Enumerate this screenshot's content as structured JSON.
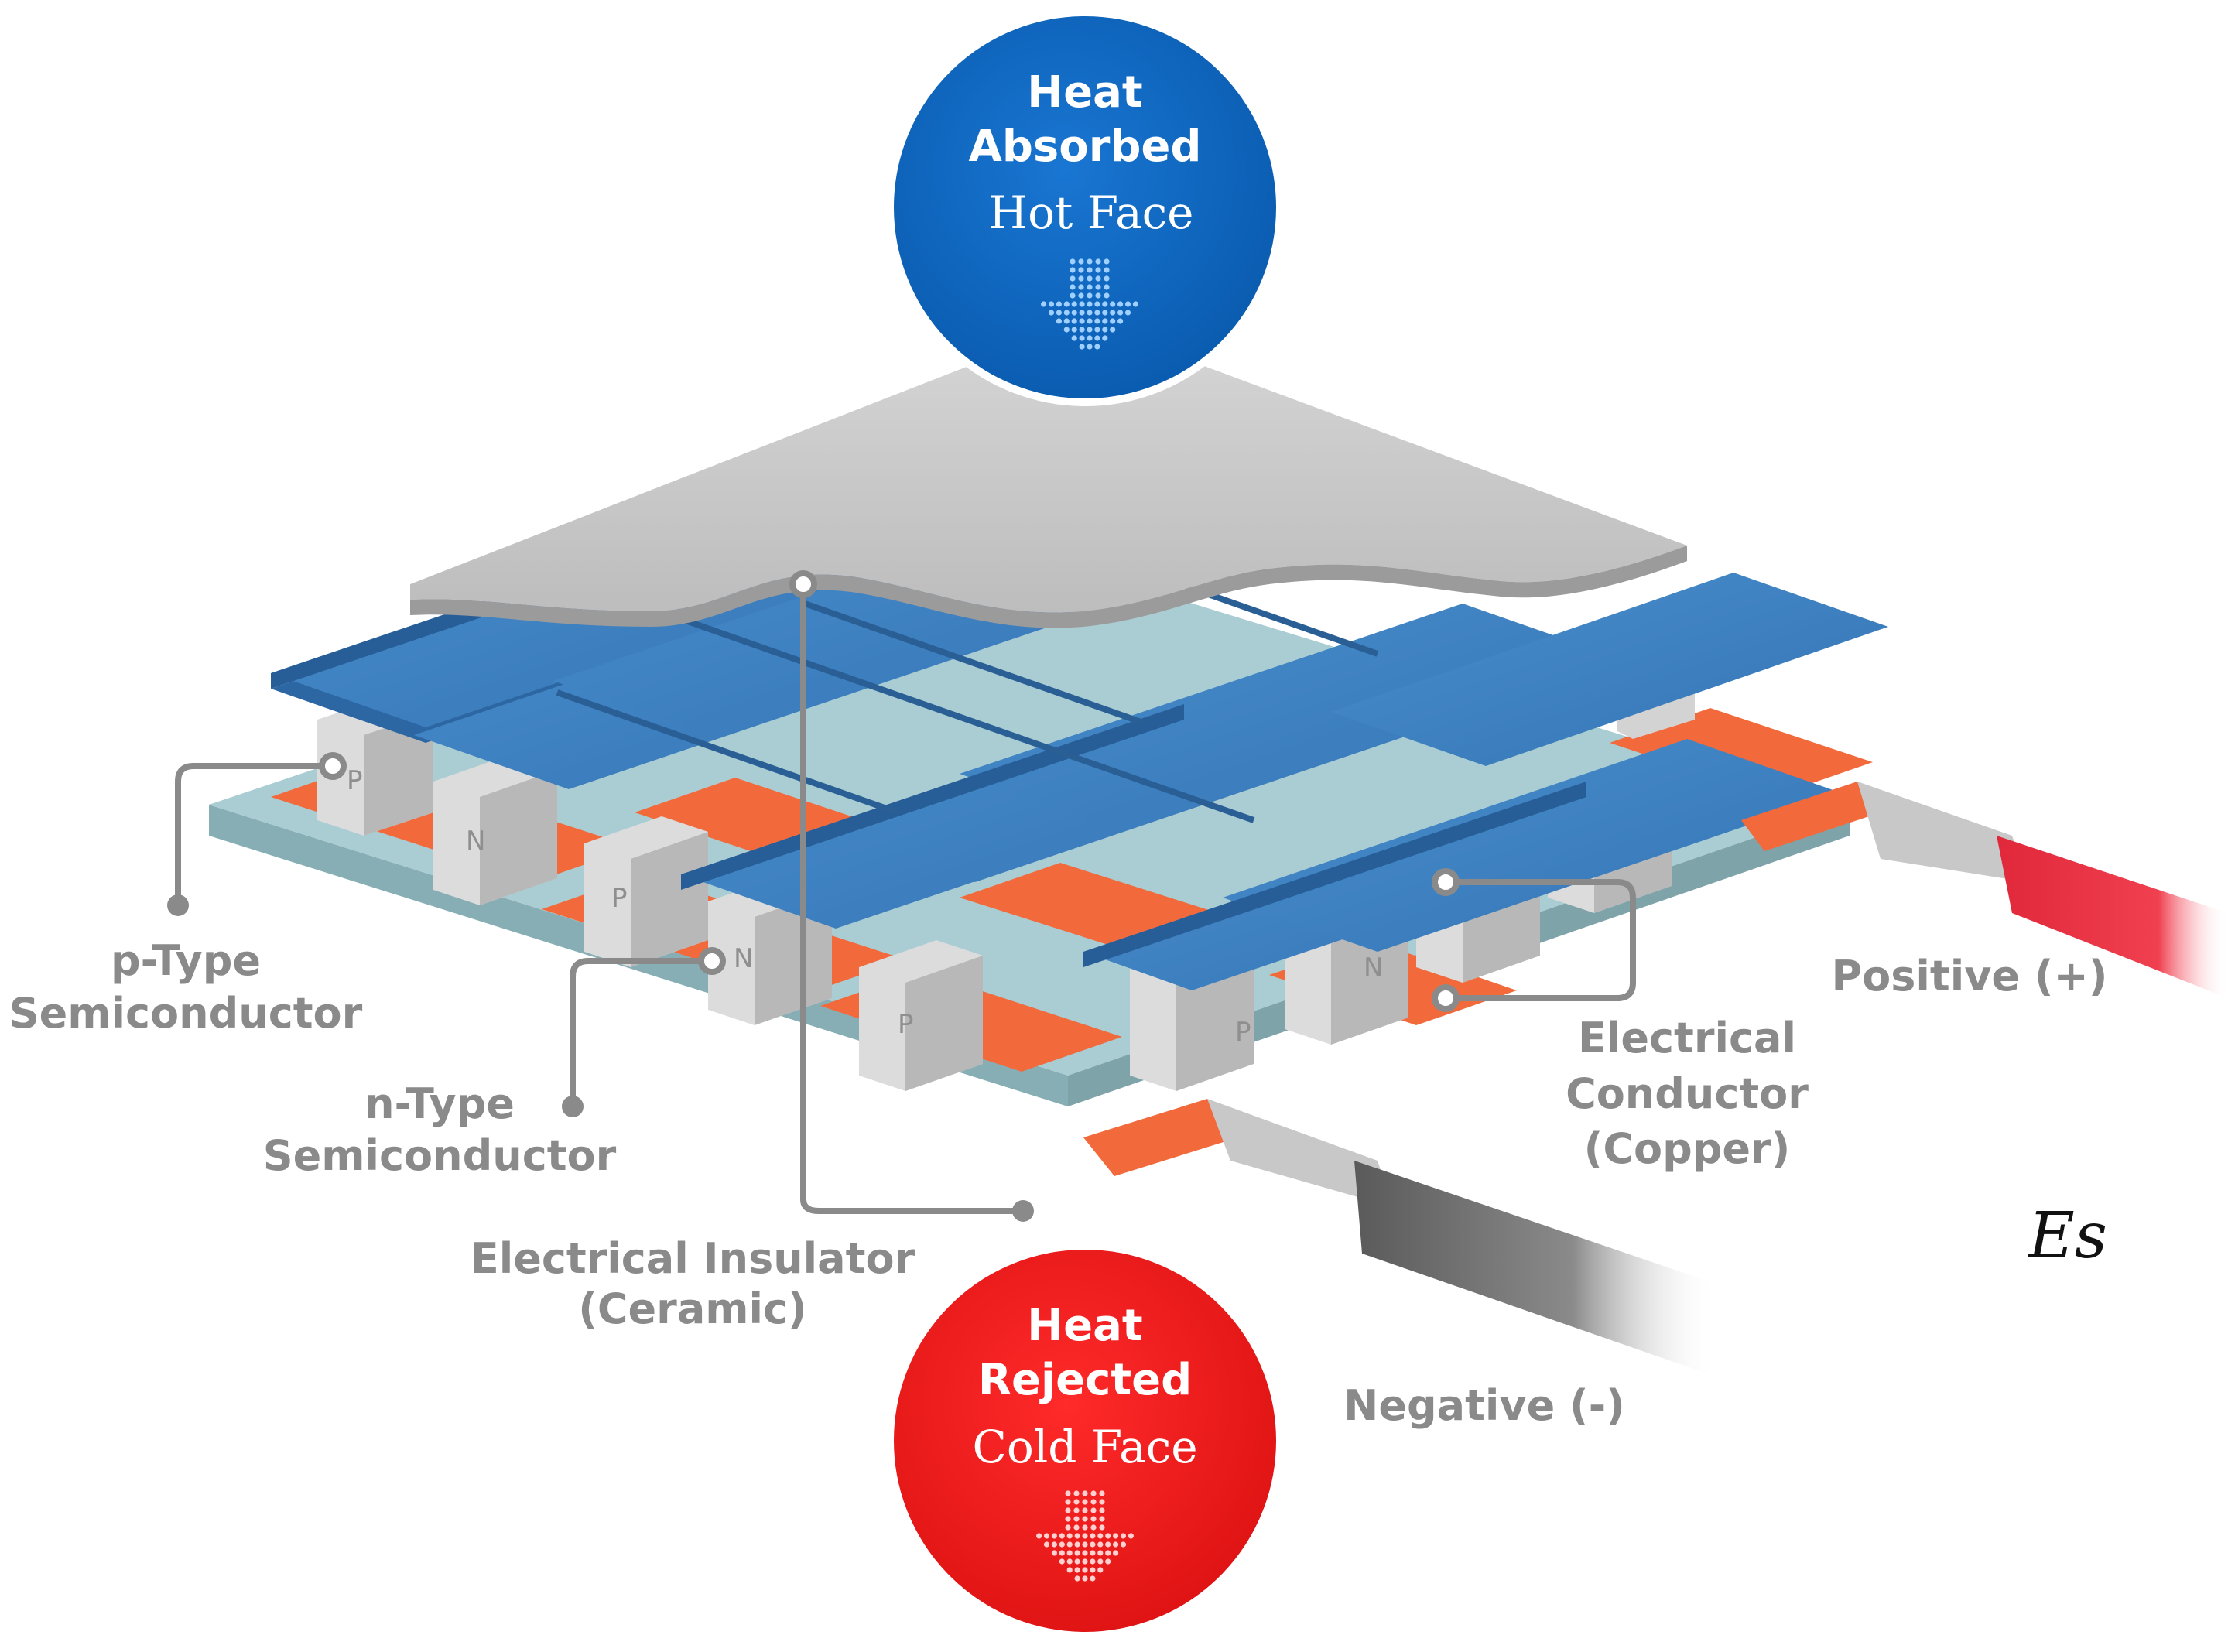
{
  "top_circle": {
    "title_line1": "Heat",
    "title_line2": "Absorbed",
    "subtitle": "Hot Face",
    "color": "#0a66c2"
  },
  "bottom_circle": {
    "title_line1": "Heat",
    "title_line2": "Rejected",
    "subtitle": "Cold Face",
    "color": "#ee1c1c"
  },
  "labels": {
    "p_type_line1": "p-Type",
    "p_type_line2": "Semiconductor",
    "n_type_line1": "n-Type",
    "n_type_line2": "Semiconductor",
    "insulator_line1": "Electrical Insulator",
    "insulator_line2": "(Ceramic)",
    "conductor_line1": "Electrical",
    "conductor_line2": "Conductor",
    "conductor_line3": "(Copper)",
    "positive": "Positive (+)",
    "negative": "Negative (-)",
    "corner_mark": "Es"
  },
  "pellet_letters": {
    "p": "P",
    "n": "N"
  },
  "colors": {
    "ceramic_top": "#c3c3c3",
    "ceramic_blue": "#3f86c8",
    "copper": "#f26a3c",
    "base_plate": "#9fc3c9",
    "pellet": "#dedede",
    "label_gray": "#8a8a8a",
    "positive_wire": "#e8283c",
    "negative_wire": "#6e6e6e"
  }
}
